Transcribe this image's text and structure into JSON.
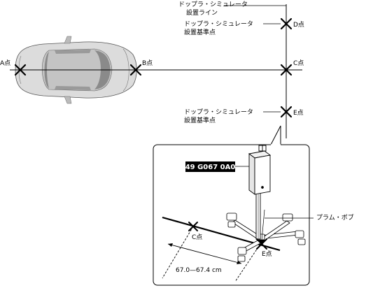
{
  "labels": {
    "a_point": "A点",
    "b_point": "B点",
    "c_point": "C点",
    "d_point": "D点",
    "e_point": "E点",
    "c_point_detail": "C点",
    "e_point_detail": "E点"
  },
  "callouts": {
    "install_line_1": "ドップラ・シミュレータ",
    "install_line_2": "設置ライン",
    "ref_d_1": "ドップラ・シミュレータ",
    "ref_d_2": "設置基準点",
    "ref_e_1": "ドップラ・シミュレータ",
    "ref_e_2": "設置基準点",
    "plumb_bob": "プラム・ボブ"
  },
  "part_number": "49 G067 0A0",
  "dimension": "67.0—67.4 cm",
  "colors": {
    "line": "#000000",
    "part_bg": "#000000",
    "part_text": "#ffffff",
    "car_body": "#d9d9d9",
    "car_glass": "#8a8a8a"
  }
}
